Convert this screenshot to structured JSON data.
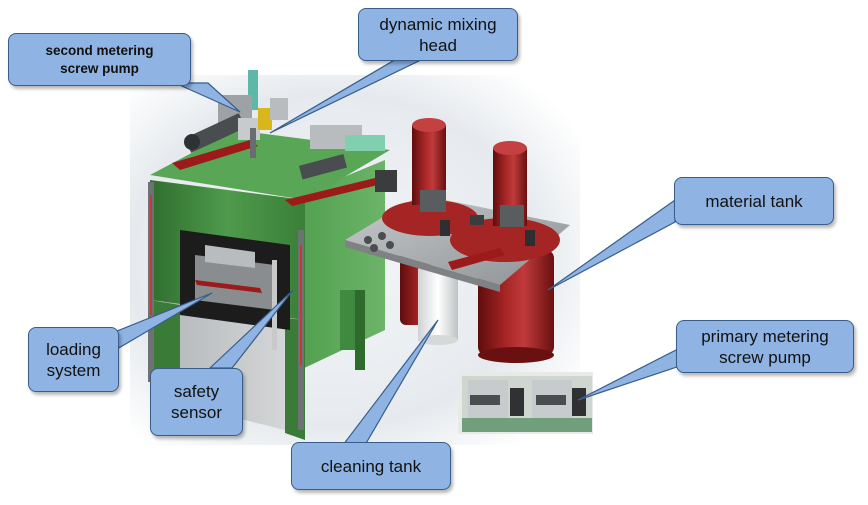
{
  "diagram": {
    "callouts": {
      "second_metering": "second metering\nscrew pump",
      "dynamic_mixing": "dynamic mixing\nhead",
      "material_tank": "material tank",
      "loading_system": "loading\nsystem",
      "safety_sensor": "safety\nsensor",
      "cleaning_tank": "cleaning tank",
      "primary_metering": "primary metering\nscrew pump"
    },
    "colors": {
      "callout_fill": "#8fb4e3",
      "callout_border": "#385d8a",
      "machine_green": "#3f8a3f",
      "tank_red": "#8b1a1a",
      "steel": "#a9acaf"
    }
  }
}
